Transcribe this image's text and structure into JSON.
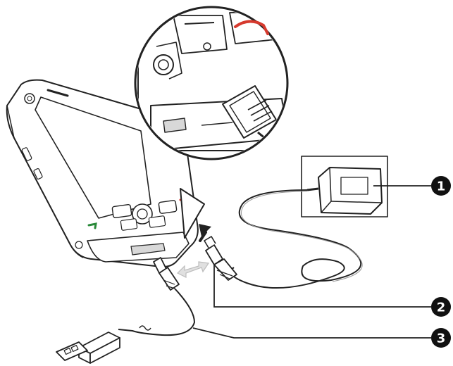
{
  "callouts": [
    {
      "number": "1",
      "label": ""
    },
    {
      "number": "2",
      "label": ""
    },
    {
      "number": "3",
      "label": ""
    }
  ],
  "colors": {
    "line": "#222222",
    "fill": "#ffffff",
    "accent_red": "#d63a2e",
    "accent_green": "#2a8a3a",
    "callout_fill": "#111111",
    "shade": "#d8d8d8"
  },
  "icons": [
    "pda-device",
    "magnify-circle",
    "ac-adapter",
    "usb-connector",
    "usb-cable",
    "arrow-up",
    "double-arrow"
  ]
}
